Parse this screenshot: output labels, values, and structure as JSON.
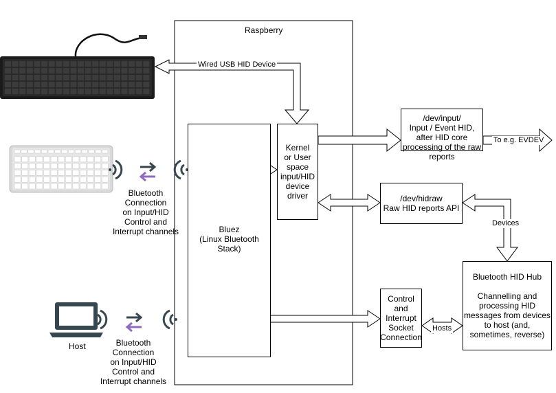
{
  "raspberry": {
    "title": "Raspberry"
  },
  "bluez": {
    "label": "Bluez\n(Linux Bluetooth\nStack)"
  },
  "kernel": {
    "label": "Kernel\nor User\nspace\ninput/HID\ndevice\ndriver"
  },
  "dev_input": {
    "label": "/dev/input/\nInput / Event HID,\nafter HID core\nprocessing of the raw\nreports"
  },
  "dev_hidraw": {
    "label": "/dev/hidraw\nRaw HID reports API"
  },
  "socket": {
    "label": "Control\nand\nInterrupt\nSocket\nConnection"
  },
  "hub": {
    "label": "Bluetooth HID Hub\n\nChannelling and\nprocessing HID\nmessages from devices\nto host (and,\nsometimes, reverse)"
  },
  "arrows": {
    "usb": "Wired USB HID Device",
    "evdev": "To e.g. EVDEV",
    "devices": "Devices",
    "hosts": "Hosts"
  },
  "bt_keyboard": {
    "caption": "Bluetooth\nConnection\non Input/HID\nControl and\nInterrupt channels"
  },
  "host": {
    "label": "Host",
    "caption": "Bluetooth\nConnection\non Input/HID\nControl and\nInterrupt channels"
  },
  "colors": {
    "swap_icon": "#8e6bbf",
    "bt_icon": "#37474f"
  }
}
